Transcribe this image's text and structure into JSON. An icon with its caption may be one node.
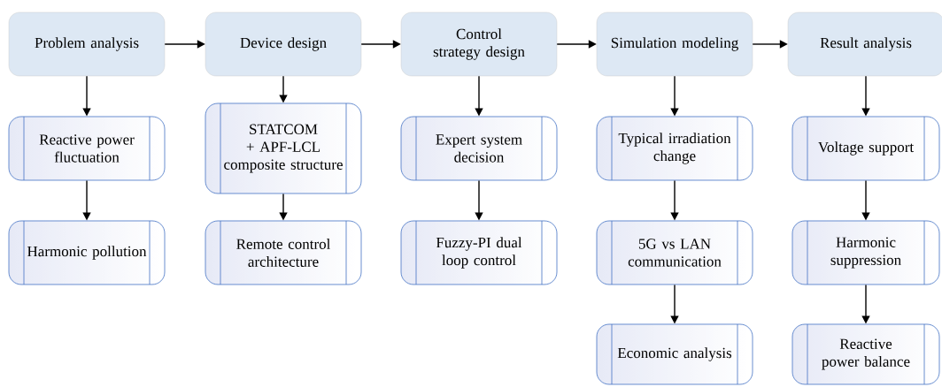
{
  "diagram": {
    "nodes": [
      {
        "text": [
          "Problem analysis"
        ]
      },
      {
        "text": [
          "Device design"
        ]
      },
      {
        "text": [
          "Control strategy design"
        ]
      },
      {
        "text": [
          "Simulation modeling"
        ]
      },
      {
        "text": [
          "Result analysis"
        ]
      },
      {
        "text": [
          "Reactive power fluctuation"
        ]
      },
      {
        "text": [
          "Harmonic pollution"
        ]
      },
      {
        "text": [
          "STATCOM + APF-LCL composite structure"
        ]
      },
      {
        "text": [
          "Remote control architecture"
        ]
      },
      {
        "text": [
          "Expert system decision"
        ]
      },
      {
        "text": [
          "Fuzzy-PI dual loop control"
        ]
      },
      {
        "text": [
          "Typical irradiation change"
        ]
      },
      {
        "text": [
          "5G vs LAN communication"
        ]
      },
      {
        "text": [
          "Economic analysis"
        ]
      },
      {
        "text": [
          "Voltage support"
        ]
      },
      {
        "text": [
          "Harmonic suppression"
        ]
      },
      {
        "text": [
          "Reactive power balance"
        ]
      }
    ],
    "edges": [
      {
        "from": 0,
        "to": 1,
        "arrow": "to"
      },
      {
        "from": 1,
        "to": 2,
        "arrow": "to"
      },
      {
        "from": 2,
        "to": 3,
        "arrow": "to"
      },
      {
        "from": 3,
        "to": 4,
        "arrow": "to"
      },
      {
        "from": 0,
        "to": 5,
        "arrow": "to"
      },
      {
        "from": 5,
        "to": 6,
        "arrow": "to"
      },
      {
        "from": 1,
        "to": 7,
        "arrow": "to"
      },
      {
        "from": 7,
        "to": 8,
        "arrow": "to"
      },
      {
        "from": 2,
        "to": 9,
        "arrow": "to"
      },
      {
        "from": 9,
        "to": 10,
        "arrow": "to"
      },
      {
        "from": 3,
        "to": 11,
        "arrow": "to"
      },
      {
        "from": 11,
        "to": 12,
        "arrow": "to"
      },
      {
        "from": 12,
        "to": 13,
        "arrow": "to"
      },
      {
        "from": 4,
        "to": 14,
        "arrow": "to"
      },
      {
        "from": 14,
        "to": 15,
        "arrow": "to"
      },
      {
        "from": 15,
        "to": 16,
        "arrow": "to"
      }
    ]
  }
}
